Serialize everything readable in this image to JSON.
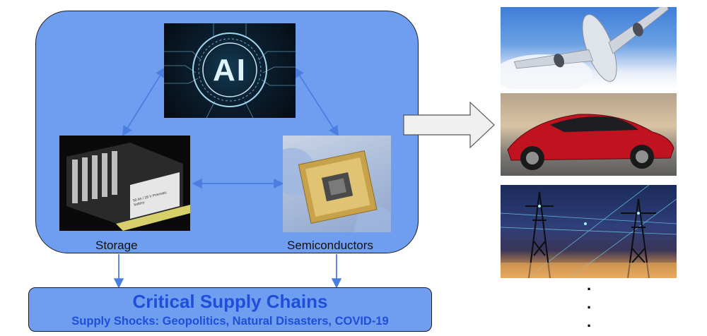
{
  "nodes": {
    "ai": {
      "label": "AI"
    },
    "storage": {
      "label": "Storage",
      "plate_text": "50 Ah / 28 V Prismatic battery"
    },
    "semiconductors": {
      "label": "Semiconductors"
    }
  },
  "supply_chain": {
    "title": "Critical Supply Chains",
    "subtitle": "Supply Shocks: Geopolitics, Natural Disasters, COVID-19"
  },
  "applications": [
    {
      "name": "aircraft"
    },
    {
      "name": "electric-car"
    },
    {
      "name": "power-grid"
    }
  ],
  "continuation": ".",
  "colors": {
    "box_fill": "#6f9df0",
    "text_accent": "#1f4fd8",
    "connector": "#4a7fe0"
  }
}
